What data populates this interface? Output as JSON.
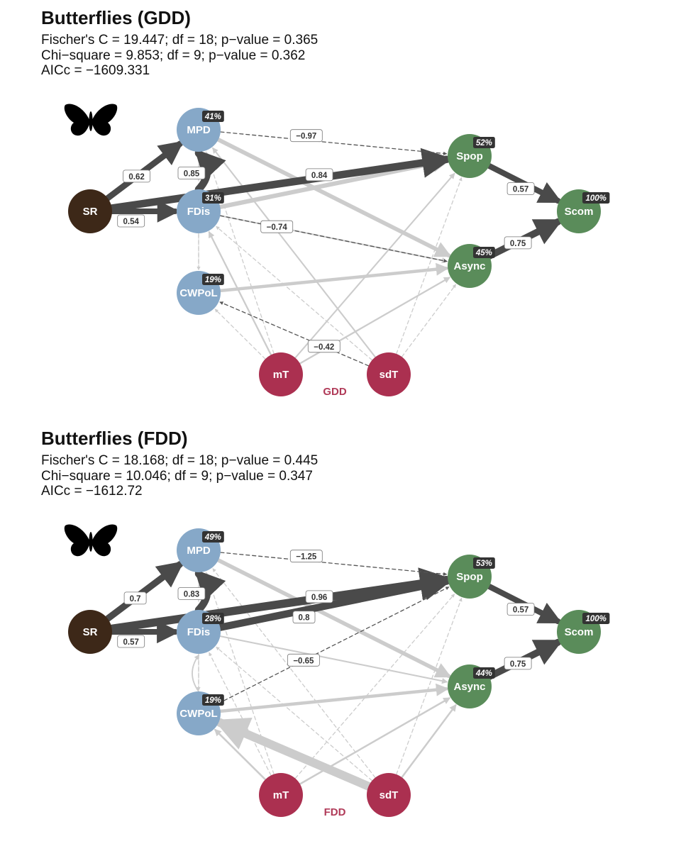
{
  "colors": {
    "diversity_node": "#86a8c8",
    "climate_node": "#ab3050",
    "stability_node": "#5a8c5a",
    "richness_node": "#3d2818",
    "positive_strong": "#4a4a4a",
    "positive_weak": "#cccccc",
    "negative_strong": "#555555",
    "negative_weak": "#cccccc",
    "r2_badge": "#333333",
    "group_label": "#b03a58"
  },
  "icon": "butterfly-icon",
  "panels": [
    {
      "id": "gdd",
      "title": "Butterflies (GDD)",
      "stats": [
        "Fischer's C = 19.447; df = 18; p−value = 0.365",
        "Chi−square = 9.853; df = 9; p−value = 0.362",
        "AICc = −1609.331"
      ],
      "group_label": "GDD",
      "nodes": [
        {
          "id": "SR",
          "label": "SR",
          "type": "richness"
        },
        {
          "id": "MPD",
          "label": "MPD",
          "type": "diversity",
          "r2": "41%"
        },
        {
          "id": "FDis",
          "label": "FDis",
          "type": "diversity",
          "r2": "31%"
        },
        {
          "id": "CWPoL",
          "label": "CWPoL",
          "type": "diversity",
          "r2": "19%"
        },
        {
          "id": "mT",
          "label": "mT",
          "type": "climate"
        },
        {
          "id": "sdT",
          "label": "sdT",
          "type": "climate"
        },
        {
          "id": "Spop",
          "label": "Spop",
          "type": "stability",
          "r2": "52%"
        },
        {
          "id": "Async",
          "label": "Async",
          "type": "stability",
          "r2": "45%"
        },
        {
          "id": "Scom",
          "label": "Scom",
          "type": "stability",
          "r2": "100%"
        }
      ],
      "edges": [
        {
          "from": "SR",
          "to": "MPD",
          "coef": "0.62",
          "sign": "pos",
          "sig": true,
          "strength": 0.62
        },
        {
          "from": "SR",
          "to": "FDis",
          "coef": "0.54",
          "sign": "pos",
          "sig": true,
          "strength": 0.54
        },
        {
          "from": "SR",
          "to": "Spop",
          "coef": "0.84",
          "sign": "pos",
          "sig": true,
          "strength": 0.84
        },
        {
          "from": "FDis",
          "to": "MPD",
          "coef": "0.85",
          "sign": "pos",
          "sig": true,
          "strength": 0.85,
          "curve": true
        },
        {
          "from": "MPD",
          "to": "Spop",
          "coef": "−0.97",
          "sign": "neg",
          "sig": true,
          "strength": 0.3
        },
        {
          "from": "Spop",
          "to": "Scom",
          "coef": "0.57",
          "sign": "pos",
          "sig": true,
          "strength": 0.57
        },
        {
          "from": "Async",
          "to": "Scom",
          "coef": "0.75",
          "sign": "pos",
          "sig": true,
          "strength": 0.75
        },
        {
          "from": "FDis",
          "to": "Async",
          "coef": "−0.74",
          "sign": "neg",
          "sig": true,
          "strength": 0.3
        },
        {
          "from": "sdT",
          "to": "CWPoL",
          "coef": "−0.42",
          "sign": "neg",
          "sig": true,
          "strength": 0.3
        },
        {
          "from": "FDis",
          "to": "Spop",
          "sign": "pos",
          "sig": false,
          "strength": 0.45
        },
        {
          "from": "MPD",
          "to": "Async",
          "sign": "pos",
          "sig": false,
          "strength": 0.42
        },
        {
          "from": "CWPoL",
          "to": "Async",
          "sign": "pos",
          "sig": false,
          "strength": 0.3
        },
        {
          "from": "FDis",
          "to": "Async",
          "sign": "pos",
          "sig": false,
          "strength": 0.08
        },
        {
          "from": "mT",
          "to": "Spop",
          "sign": "pos",
          "sig": false,
          "strength": 0.08
        },
        {
          "from": "mT",
          "to": "Async",
          "sign": "pos",
          "sig": false,
          "strength": 0.1
        },
        {
          "from": "mT",
          "to": "FDis",
          "sign": "pos",
          "sig": false,
          "strength": 0.1
        },
        {
          "from": "sdT",
          "to": "MPD",
          "sign": "pos",
          "sig": false,
          "strength": 0.08
        },
        {
          "from": "MPD",
          "to": "CWPoL",
          "sign": "neg",
          "sig": false,
          "strength": 0.08
        },
        {
          "from": "FDis",
          "to": "CWPoL",
          "sign": "neg",
          "sig": false,
          "strength": 0.08
        },
        {
          "from": "mT",
          "to": "CWPoL",
          "sign": "neg",
          "sig": false,
          "strength": 0.08
        },
        {
          "from": "mT",
          "to": "MPD",
          "sign": "neg",
          "sig": false,
          "strength": 0.08
        },
        {
          "from": "mT",
          "to": "Async",
          "sign": "neg",
          "sig": false,
          "strength": 0.08
        },
        {
          "from": "sdT",
          "to": "FDis",
          "sign": "neg",
          "sig": false,
          "strength": 0.08
        },
        {
          "from": "sdT",
          "to": "Spop",
          "sign": "neg",
          "sig": false,
          "strength": 0.08
        },
        {
          "from": "sdT",
          "to": "Async",
          "sign": "neg",
          "sig": false,
          "strength": 0.08
        }
      ]
    },
    {
      "id": "fdd",
      "title": "Butterflies (FDD)",
      "stats": [
        "Fischer's C = 18.168; df = 18; p−value = 0.445",
        "Chi−square = 10.046; df = 9; p−value = 0.347",
        "AICc = −1612.72"
      ],
      "group_label": "FDD",
      "nodes": [
        {
          "id": "SR",
          "label": "SR",
          "type": "richness"
        },
        {
          "id": "MPD",
          "label": "MPD",
          "type": "diversity",
          "r2": "49%"
        },
        {
          "id": "FDis",
          "label": "FDis",
          "type": "diversity",
          "r2": "28%"
        },
        {
          "id": "CWPoL",
          "label": "CWPoL",
          "type": "diversity",
          "r2": "19%"
        },
        {
          "id": "mT",
          "label": "mT",
          "type": "climate"
        },
        {
          "id": "sdT",
          "label": "sdT",
          "type": "climate"
        },
        {
          "id": "Spop",
          "label": "Spop",
          "type": "stability",
          "r2": "53%"
        },
        {
          "id": "Async",
          "label": "Async",
          "type": "stability",
          "r2": "44%"
        },
        {
          "id": "Scom",
          "label": "Scom",
          "type": "stability",
          "r2": "100%"
        }
      ],
      "edges": [
        {
          "from": "SR",
          "to": "MPD",
          "coef": "0.7",
          "sign": "pos",
          "sig": true,
          "strength": 0.7
        },
        {
          "from": "SR",
          "to": "FDis",
          "coef": "0.57",
          "sign": "pos",
          "sig": true,
          "strength": 0.57
        },
        {
          "from": "SR",
          "to": "Spop",
          "coef": "0.96",
          "sign": "pos",
          "sig": true,
          "strength": 0.96
        },
        {
          "from": "FDis",
          "to": "Spop",
          "coef": "0.8",
          "sign": "pos",
          "sig": true,
          "strength": 0.8
        },
        {
          "from": "FDis",
          "to": "MPD",
          "coef": "0.83",
          "sign": "pos",
          "sig": true,
          "strength": 0.83,
          "curve": true
        },
        {
          "from": "MPD",
          "to": "Spop",
          "coef": "−1.25",
          "sign": "neg",
          "sig": true,
          "strength": 0.3
        },
        {
          "from": "Spop",
          "to": "Scom",
          "coef": "0.57",
          "sign": "pos",
          "sig": true,
          "strength": 0.57
        },
        {
          "from": "Async",
          "to": "Scom",
          "coef": "0.75",
          "sign": "pos",
          "sig": true,
          "strength": 0.75
        },
        {
          "from": "CWPoL",
          "to": "Spop",
          "coef": "−0.65",
          "sign": "neg",
          "sig": true,
          "strength": 0.3
        },
        {
          "from": "sdT",
          "to": "CWPoL",
          "sign": "pos",
          "sig": false,
          "strength": 1.0
        },
        {
          "from": "MPD",
          "to": "Async",
          "sign": "pos",
          "sig": false,
          "strength": 0.4
        },
        {
          "from": "CWPoL",
          "to": "Async",
          "sign": "pos",
          "sig": false,
          "strength": 0.3
        },
        {
          "from": "mT",
          "to": "Async",
          "sign": "pos",
          "sig": false,
          "strength": 0.12
        },
        {
          "from": "sdT",
          "to": "Async",
          "sign": "pos",
          "sig": false,
          "strength": 0.12
        },
        {
          "from": "FDis",
          "to": "Async",
          "sign": "pos",
          "sig": false,
          "strength": 0.08
        },
        {
          "from": "mT",
          "to": "CWPoL",
          "sign": "pos",
          "sig": false,
          "strength": 0.12
        },
        {
          "from": "CWPoL",
          "to": "FDis",
          "sign": "pos",
          "sig": false,
          "strength": 0.05,
          "curve": true
        },
        {
          "from": "MPD",
          "to": "CWPoL",
          "sign": "neg",
          "sig": false,
          "strength": 0.08
        },
        {
          "from": "mT",
          "to": "MPD",
          "sign": "neg",
          "sig": false,
          "strength": 0.08
        },
        {
          "from": "mT",
          "to": "FDis",
          "sign": "neg",
          "sig": false,
          "strength": 0.08
        },
        {
          "from": "sdT",
          "to": "MPD",
          "sign": "neg",
          "sig": false,
          "strength": 0.08
        },
        {
          "from": "sdT",
          "to": "FDis",
          "sign": "neg",
          "sig": false,
          "strength": 0.08
        },
        {
          "from": "mT",
          "to": "Spop",
          "sign": "neg",
          "sig": false,
          "strength": 0.08
        },
        {
          "from": "sdT",
          "to": "Spop",
          "sign": "neg",
          "sig": false,
          "strength": 0.08
        },
        {
          "from": "FDis",
          "to": "CWPoL",
          "sign": "neg",
          "sig": false,
          "strength": 0.08
        }
      ]
    }
  ]
}
